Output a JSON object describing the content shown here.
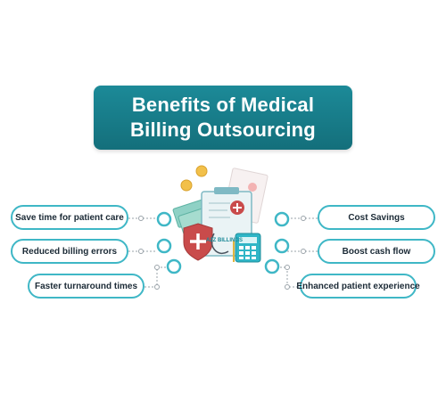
{
  "title": {
    "line1": "Benefits of Medical",
    "line2": "Billing Outsourcing"
  },
  "left_benefits": [
    "Save time for patient care",
    "Reduced billing errors",
    "Faster turnaround times"
  ],
  "right_benefits": [
    "Cost Savings",
    "Boost cash flow",
    "Enhanced patient experience"
  ],
  "logo_text": "A2Z BILLINGS",
  "colors": {
    "teal": "#1c8a98",
    "pill_border": "#3fb7c6",
    "red": "#c94b4b",
    "coin": "#f2c04a"
  }
}
